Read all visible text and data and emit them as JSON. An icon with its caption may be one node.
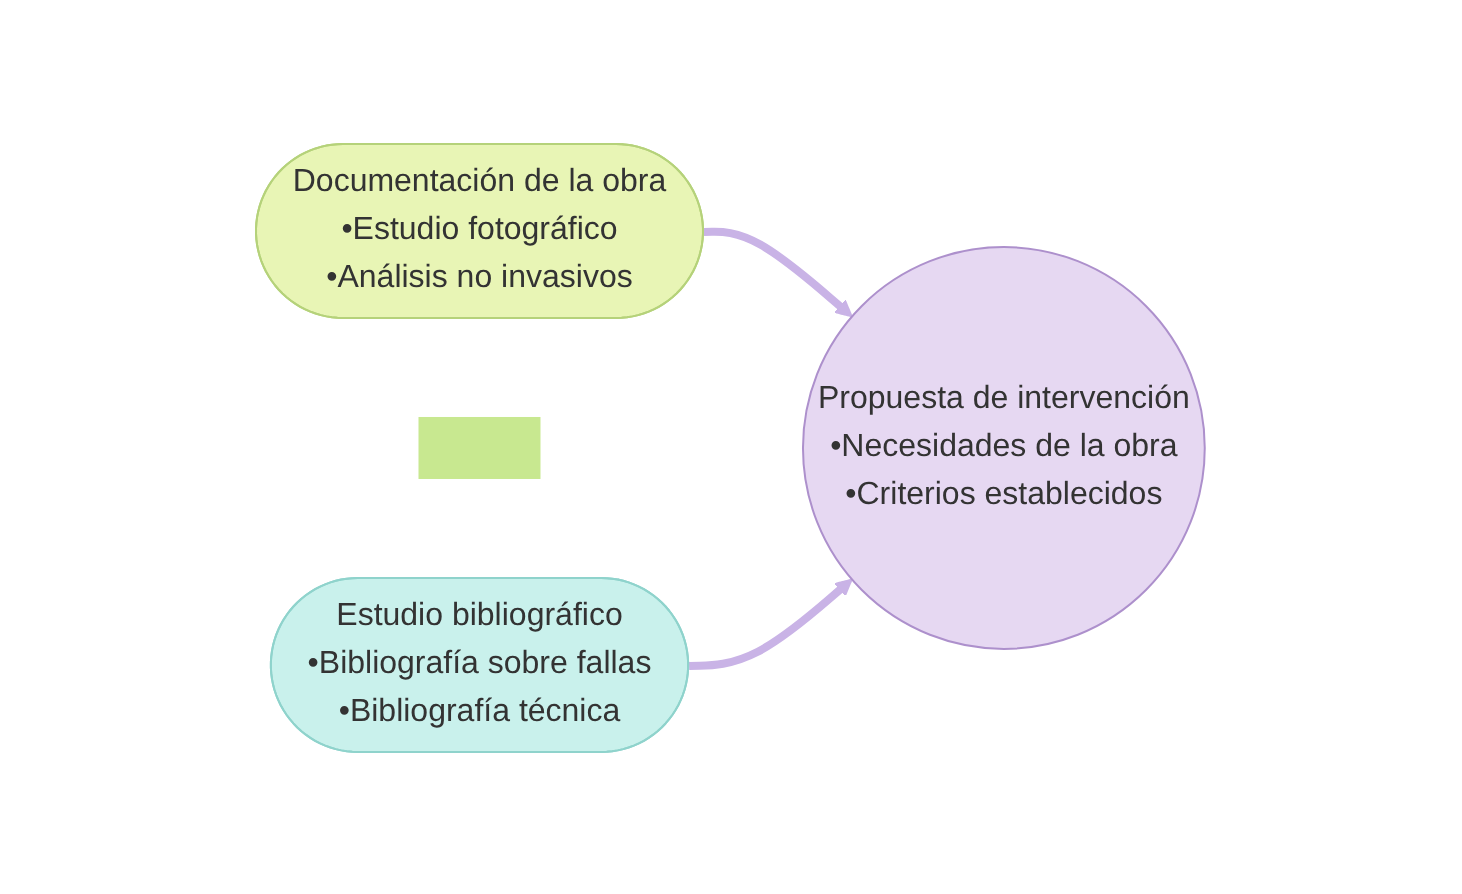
{
  "diagram": {
    "nodes": [
      {
        "text": [
          "Documentación de la obra",
          "•Estudio fotográfico",
          "•Análisis no invasivos"
        ]
      },
      {
        "text": [],
        "shape": "plus"
      },
      {
        "text": [
          "Estudio bibliográfico",
          "•Bibliografía sobre fallas",
          "•Bibliografía técnica"
        ]
      },
      {
        "text": [
          "Propuesta de intervención",
          "•Necesidades de la obra",
          "•Criterios establecidos"
        ]
      }
    ],
    "edges": [
      {
        "from": 0,
        "to": 3,
        "arrow": "to"
      },
      {
        "from": 2,
        "to": 3,
        "arrow": "to"
      }
    ]
  }
}
